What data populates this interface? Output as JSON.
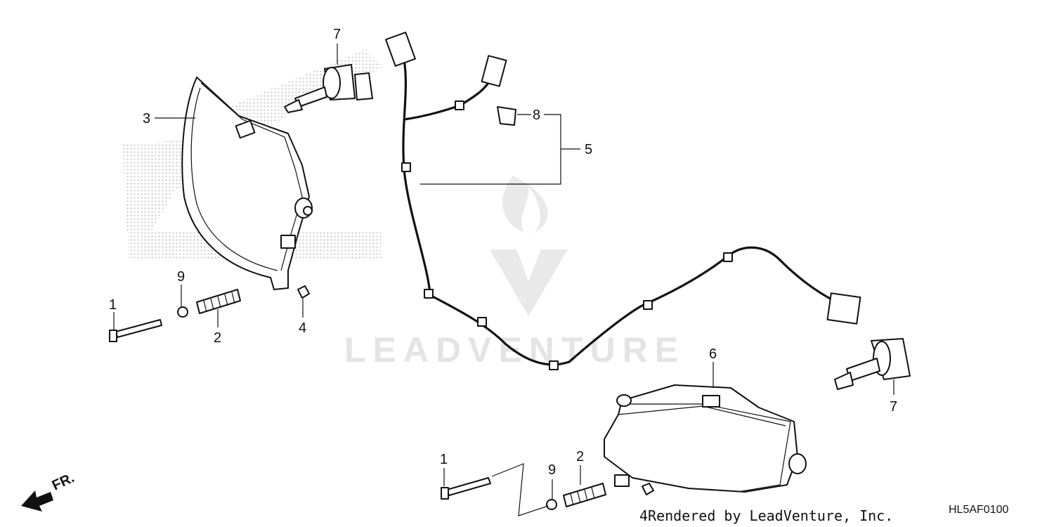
{
  "callouts": {
    "c1a": "1",
    "c2a": "2",
    "c3": "3",
    "c4a": "4",
    "c5": "5",
    "c6": "6",
    "c7a": "7",
    "c7b": "7",
    "c8": "8",
    "c9a": "9",
    "c1b": "1",
    "c2b": "2",
    "c9b": "9"
  },
  "watermark": {
    "text": "LEADVENTURE"
  },
  "credit": {
    "text": "4Rendered by LeadVenture, Inc."
  },
  "diagram_code": "HL5AF0100",
  "direction_marker": {
    "label": "FR."
  },
  "colors": {
    "line": "#111111",
    "watermark": "#e4e4e4",
    "logo_dots": "#bdbdbd"
  }
}
